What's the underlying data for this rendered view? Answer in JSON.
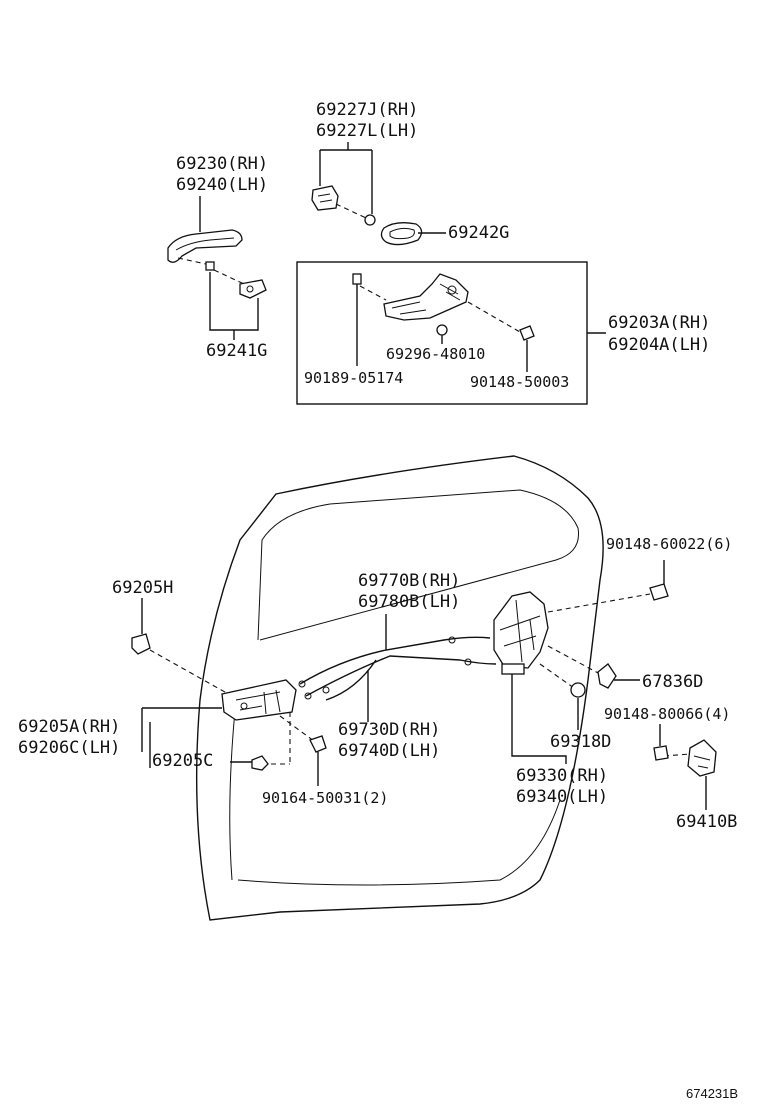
{
  "labels": {
    "p69227J": "69227J(RH)",
    "p69227L": "69227L(LH)",
    "p69230": "69230(RH)",
    "p69240": "69240(LH)",
    "p69242G": "69242G",
    "p69241G": "69241G",
    "p69203A": "69203A(RH)",
    "p69204A": "69204A(LH)",
    "p69296": "69296-48010",
    "p90189": "90189-05174",
    "p90148_50003": "90148-50003",
    "p90148_60022": "90148-60022(6)",
    "p69205H": "69205H",
    "p69770B": "69770B(RH)",
    "p69780B": "69780B(LH)",
    "p67836D": "67836D",
    "p90148_80066": "90148-80066(4)",
    "p69205A": "69205A(RH)",
    "p69206C": "69206C(LH)",
    "p69730D": "69730D(RH)",
    "p69740D": "69740D(LH)",
    "p69318D": "69318D",
    "p69205C": "69205C",
    "p69330": "69330(RH)",
    "p69340": "69340(LH)",
    "p90164": "90164-50031(2)",
    "p69410B": "69410B"
  },
  "diagram_ref": "674231B"
}
